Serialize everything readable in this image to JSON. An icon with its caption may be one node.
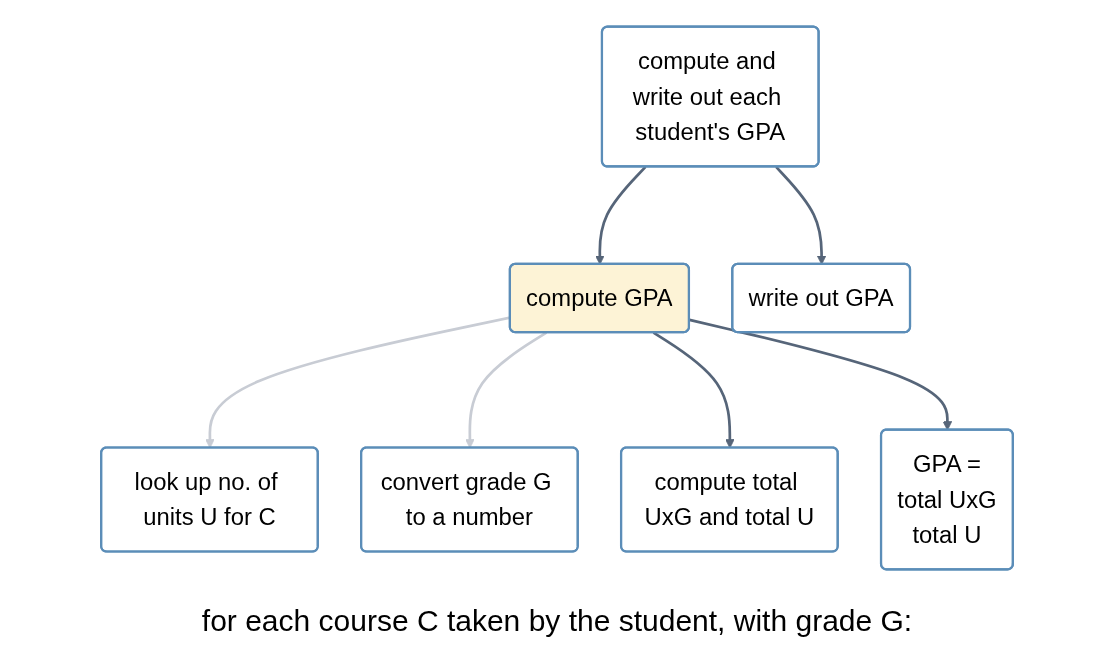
{
  "diagram": {
    "nodes": [
      {
        "text": [
          "compute and write out each student's GPA"
        ]
      },
      {
        "text": [
          "compute GPA"
        ]
      },
      {
        "text": [
          "write out GPA"
        ]
      },
      {
        "text": [
          "look up no. of units U for C"
        ]
      },
      {
        "text": [
          "convert grade G to a number"
        ]
      },
      {
        "text": [
          "compute total UxG and total U"
        ]
      },
      {
        "text": [
          "GPA =",
          "total UxG",
          "total U"
        ]
      }
    ],
    "edges": [
      {
        "from": 0,
        "to": 1,
        "arrow": "to"
      },
      {
        "from": 0,
        "to": 2,
        "arrow": "to"
      },
      {
        "from": 1,
        "to": 3,
        "arrow": "to",
        "color": "#c8ccd4"
      },
      {
        "from": 1,
        "to": 4,
        "arrow": "to",
        "color": "#c8ccd4"
      },
      {
        "from": 1,
        "to": 5,
        "arrow": "to"
      },
      {
        "from": 1,
        "to": 6,
        "arrow": "to"
      }
    ],
    "labels": [
      "for each course C taken by the student, with grade G:"
    ]
  }
}
